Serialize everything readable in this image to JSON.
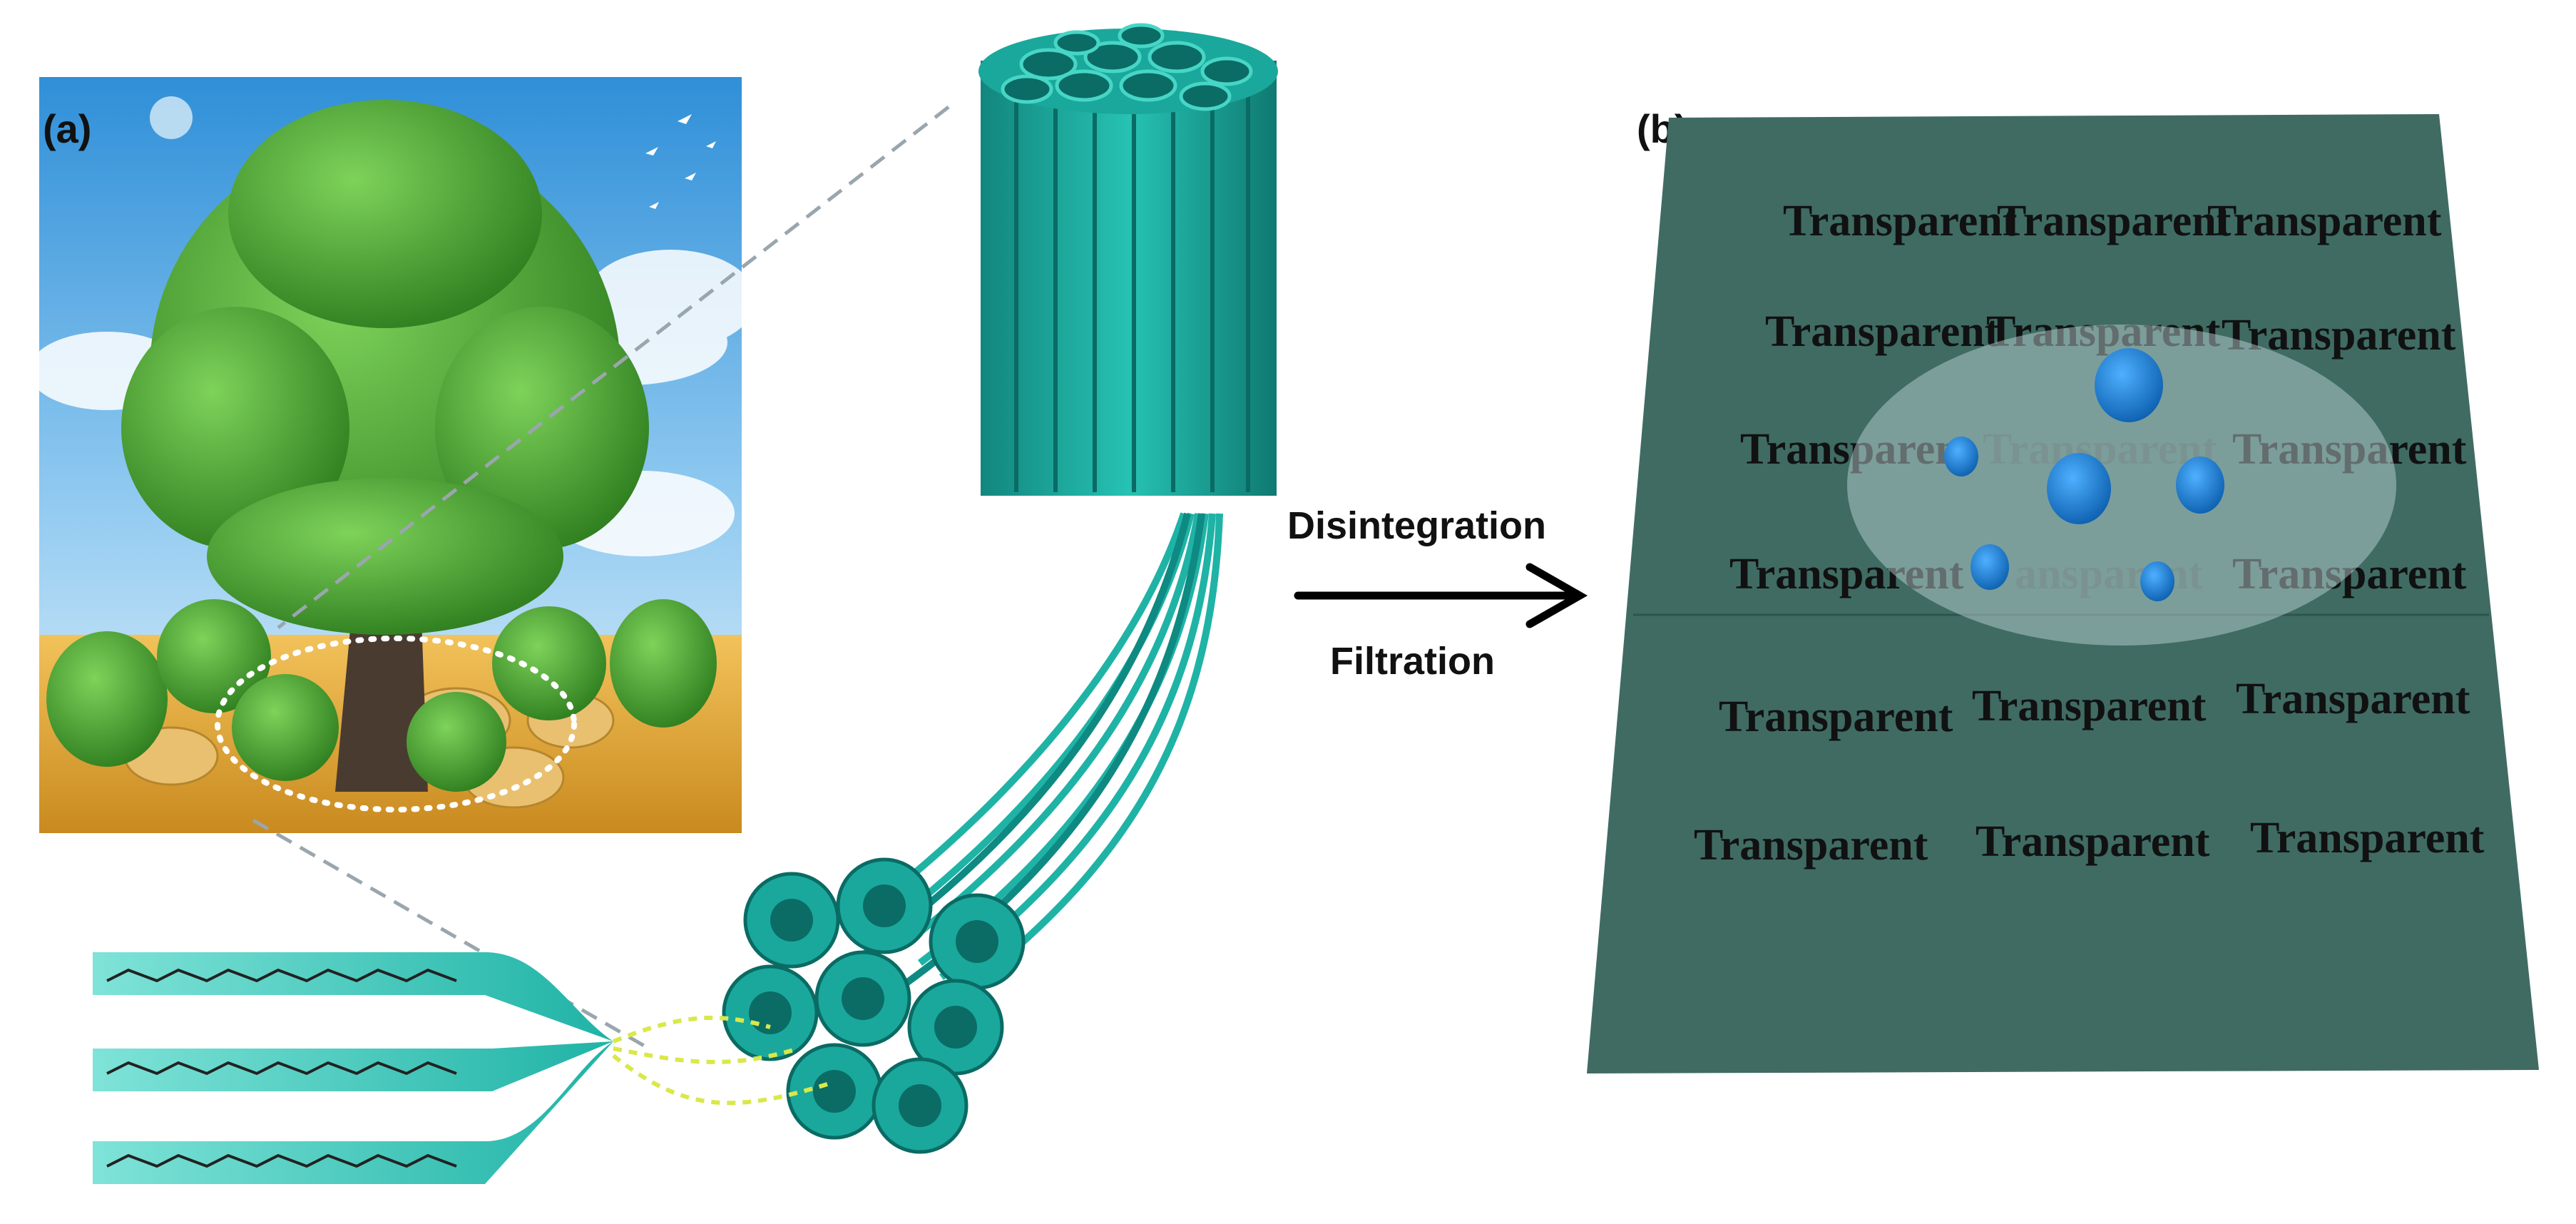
{
  "panels": {
    "a_label": "(a)",
    "b_label": "(b)"
  },
  "process": {
    "step1": "Disintegration",
    "step2": "Filtration"
  },
  "film": {
    "word": "Transparent",
    "rows": [
      [
        "Transparent",
        "Transparent",
        "Transparent"
      ],
      [
        "Transparent",
        "Transparent",
        "Transparent"
      ],
      [
        "Transparent",
        "Transparent",
        "Transparent"
      ],
      [
        "Transparent",
        "Transparent",
        "Transparent"
      ],
      [
        "Transparent",
        "Transparent",
        "Transparent"
      ],
      [
        "Transparent",
        "Transparent",
        "Transparent"
      ]
    ],
    "partial_word": "ansparent"
  },
  "colors": {
    "fiber": "#1fb3a6",
    "fiber_dark": "#0e7f78",
    "film": "#3f6b63",
    "particle": "#1e7fd0",
    "sky": "#4aa6e0",
    "field": "#e0a83a",
    "foliage": "#3f9b2f",
    "leader": "#9aa6ad"
  }
}
